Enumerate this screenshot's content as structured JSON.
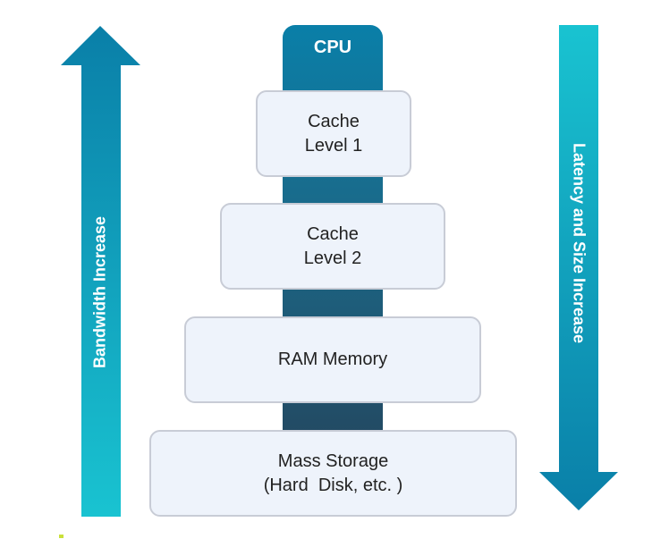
{
  "cpu": {
    "label": "CPU"
  },
  "levels": [
    {
      "line1": "Cache",
      "line2": "Level 1"
    },
    {
      "line1": "Cache",
      "line2": "Level 2"
    },
    {
      "line1": "RAM Memory",
      "line2": ""
    },
    {
      "line1": "Mass Storage",
      "line2": "(Hard  Disk, etc. )"
    }
  ],
  "arrows": {
    "left": {
      "label": "Bandwidth Increase",
      "direction": "up"
    },
    "right": {
      "label": "Latency and Size Increase",
      "direction": "down"
    }
  },
  "colors": {
    "arrow_dark": "#0a7fa8",
    "arrow_light": "#19c3d1",
    "spine_top": "#0a7fa8",
    "spine_bottom": "#234a63",
    "box_fill": "#eef3fb",
    "box_border": "#c8ccd6"
  }
}
